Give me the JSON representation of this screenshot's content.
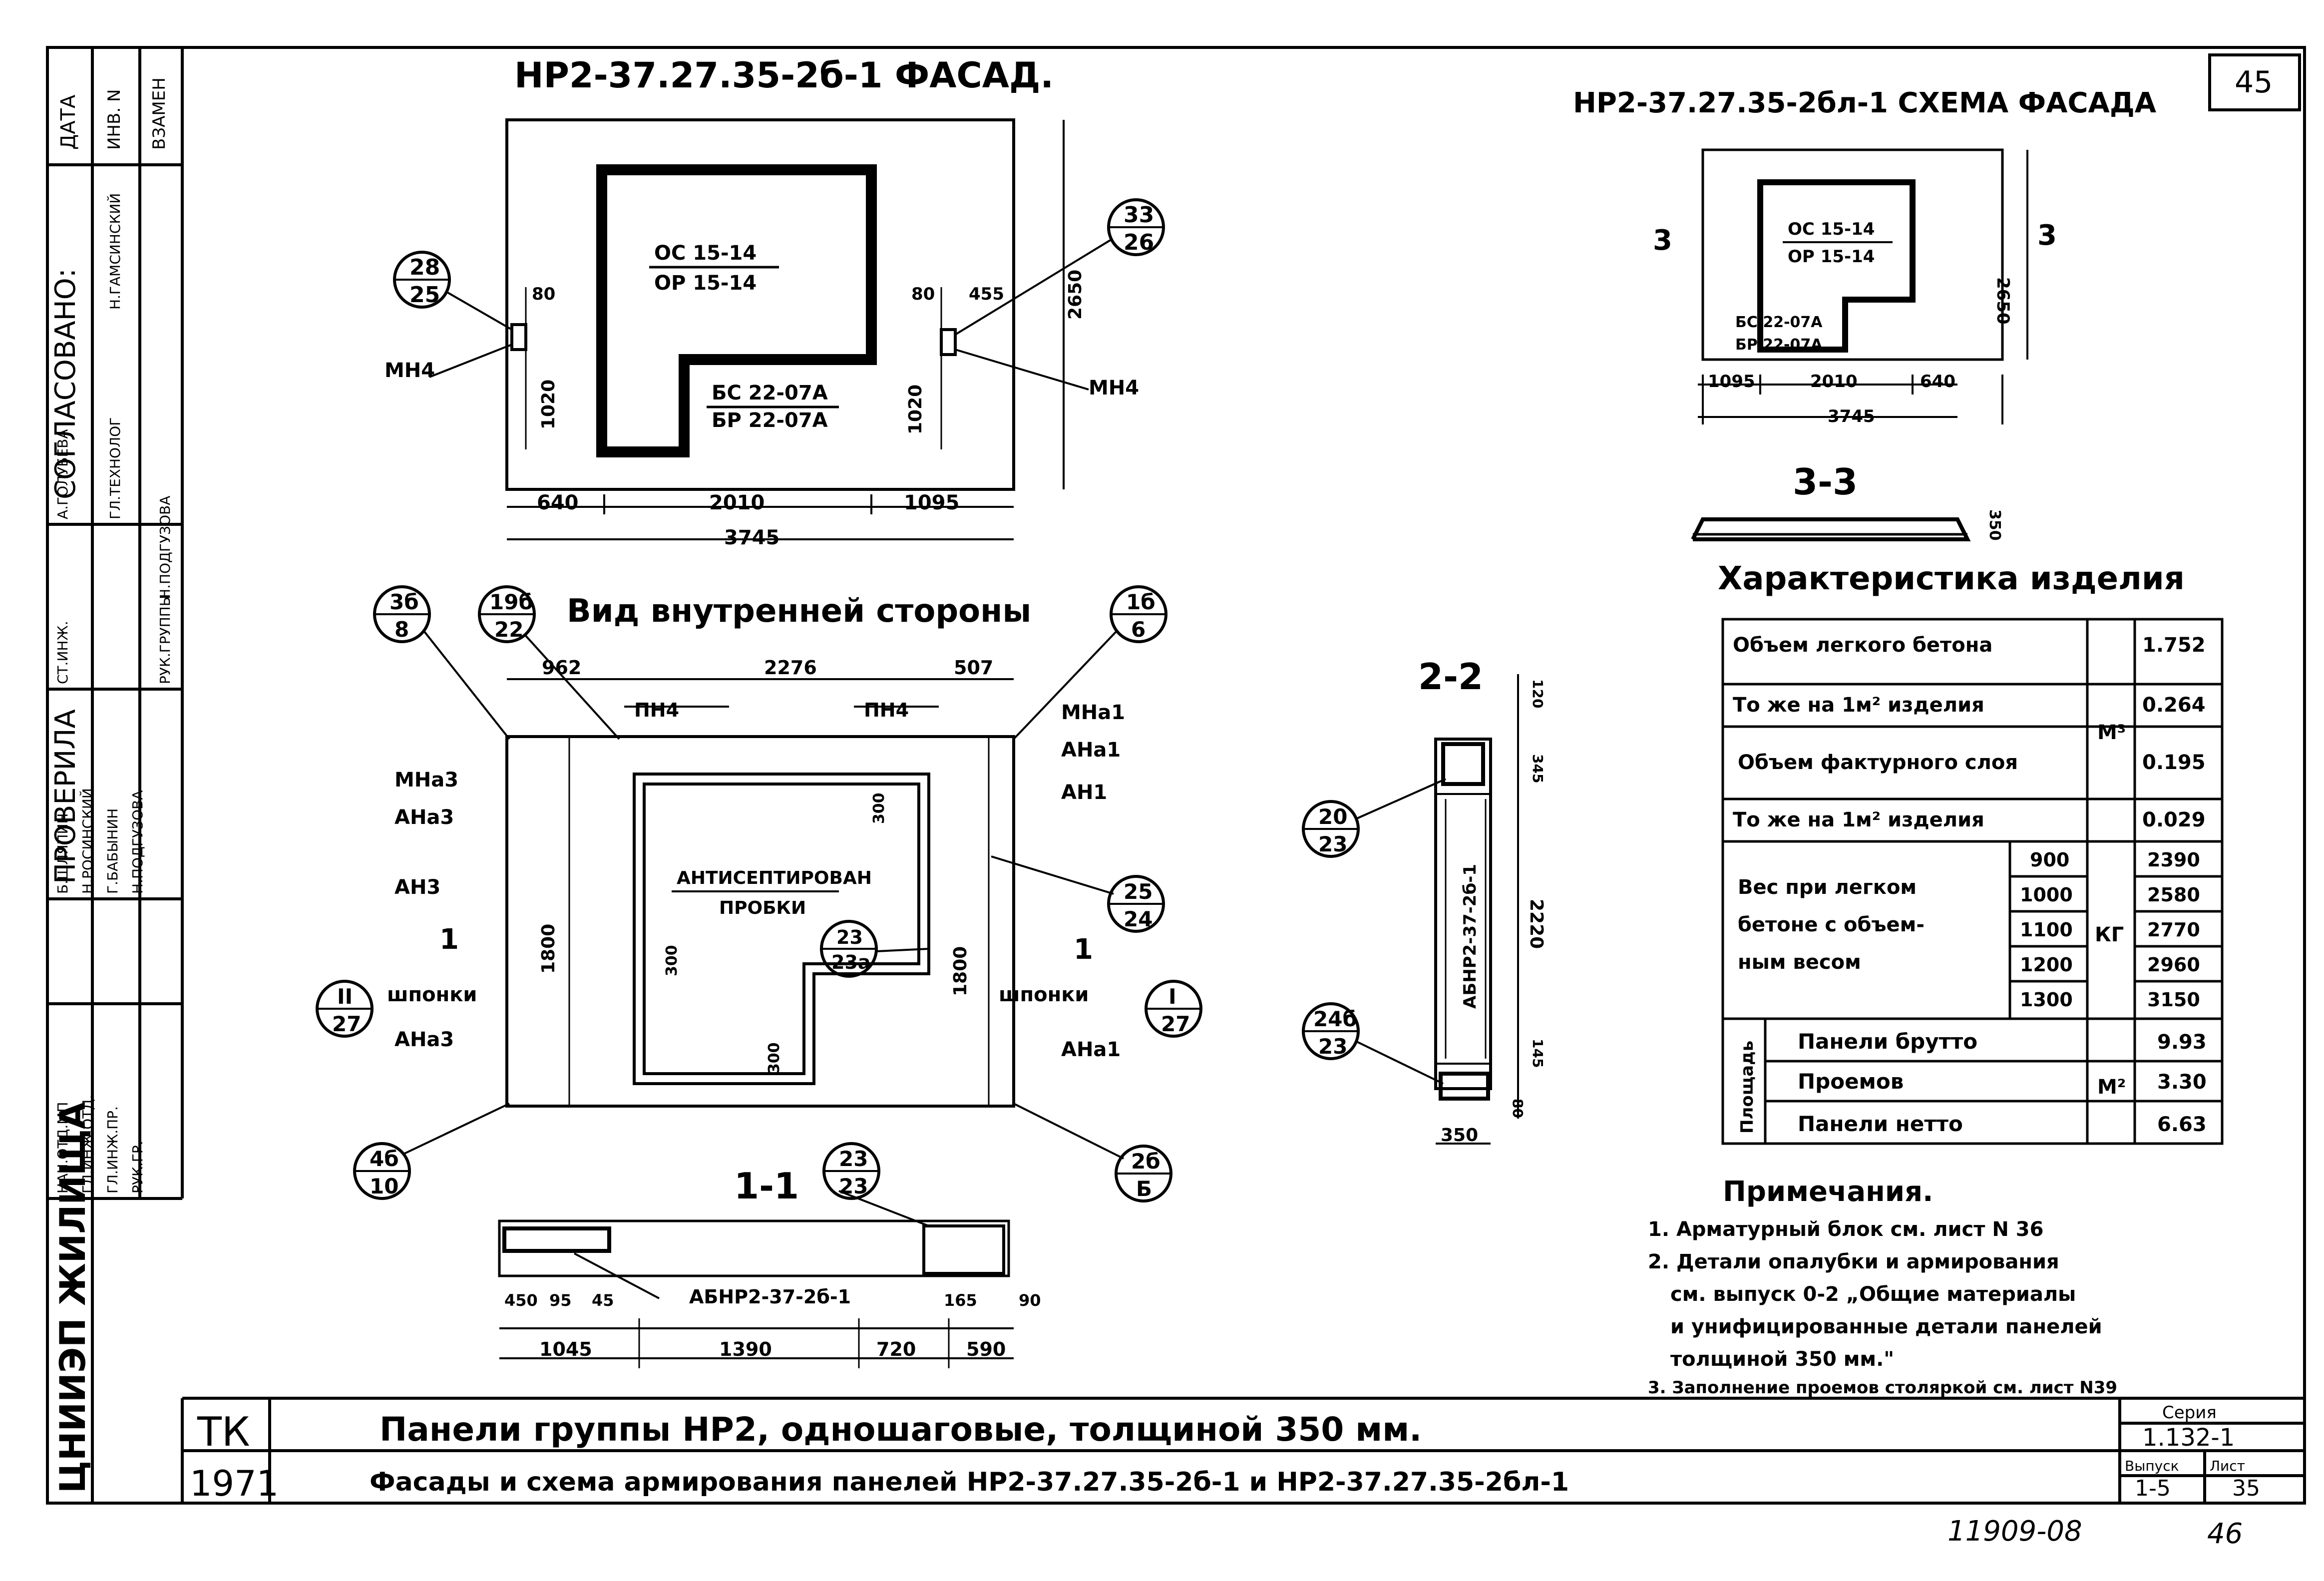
{
  "page_number": "45",
  "facade": {
    "title": "НР2-37.27.35-2б-1 ФАСАД.",
    "window_top": "ОС 15-14",
    "window_bottom": "ОР 15-14",
    "door_top": "БС 22-07А",
    "door_bottom": "БР 22-07А",
    "dims": {
      "d640": "640",
      "d2010": "2010",
      "d1095": "1095",
      "d3745": "3745",
      "h2650": "2650",
      "h1020": "1020",
      "d80": "80",
      "d455": "455"
    },
    "callouts": [
      {
        "top": "28",
        "bottom": "25"
      },
      {
        "top": "33",
        "bottom": "26"
      }
    ],
    "mark_left": "МН4",
    "mark_right": "МН4"
  },
  "scheme": {
    "title": "НР2-37.27.35-2бл-1 СХЕМА ФАСАДА",
    "window_top": "ОС 15-14",
    "window_bottom": "ОР 15-14",
    "door_top": "БС 22-07А",
    "door_bottom": "БР 22-07А",
    "dims": {
      "d1095": "1095",
      "d2010": "2010",
      "d640": "640",
      "d3745": "3745",
      "h2650": "2650"
    },
    "section_left": "3",
    "section_right": "3"
  },
  "section33": {
    "title": "3-3",
    "dim": "350"
  },
  "inner": {
    "title": "Вид внутренней стороны",
    "callouts": [
      {
        "top": "3б",
        "bottom": "8"
      },
      {
        "top": "19б",
        "bottom": "22"
      },
      {
        "top": "1б",
        "bottom": "6"
      },
      {
        "top": "II",
        "bottom": "27"
      },
      {
        "top": "I",
        "bottom": "27"
      },
      {
        "top": "23",
        "bottom": "23а"
      },
      {
        "top": "25",
        "bottom": "24"
      },
      {
        "top": "4б",
        "bottom": "10"
      },
      {
        "top": "2б",
        "bottom": "Б"
      }
    ],
    "dims": {
      "d962": "962",
      "d2276": "2276",
      "d507": "507",
      "h1800l": "1800",
      "h1800r": "1800",
      "d300a": "300",
      "d300b": "300",
      "d300c": "300"
    },
    "labels": {
      "pn4a": "ПН4",
      "pn4b": "ПН4",
      "mna1": "МНа1",
      "mna3": "МНа3",
      "ana3a": "АНа3",
      "an3": "АН3",
      "ana1": "АНа1",
      "an1": "АН1",
      "shponki_l": "шпонки",
      "shponki_r": "шпонки",
      "ana3b": "АНа3",
      "ana1b": "АНа1",
      "antisept": "АНТИСЕПТИРОВАН",
      "probki": "ПРОБКИ",
      "sec1l": "1",
      "sec1r": "1"
    }
  },
  "section11": {
    "title": "1-1",
    "label": "АБНР2-37-2б-1",
    "callout": {
      "top": "23",
      "bottom": "23"
    },
    "dims": {
      "d450": "450",
      "d95": "95",
      "d45": "45",
      "d165": "165",
      "d90": "90",
      "d1045": "1045",
      "d1390": "1390",
      "d720": "720",
      "d590": "590"
    }
  },
  "section22": {
    "title": "2-2",
    "label": "АБНР2-37-2б-1",
    "callouts": [
      {
        "top": "20",
        "bottom": "23"
      },
      {
        "top": "24б",
        "bottom": "23"
      }
    ],
    "dims": {
      "d120": "120",
      "d345a": "345",
      "d2220": "2220",
      "d145": "145",
      "d80": "80",
      "d350": "350"
    }
  },
  "characteristics": {
    "title": "Характеристика изделия",
    "rows": [
      {
        "label": "Объем легкого бетона",
        "value": "1.752"
      },
      {
        "label": "То же на 1м² изделия",
        "value": "0.264"
      },
      {
        "label": "Объем фактурного слоя",
        "value": "0.195"
      },
      {
        "label": "То же на 1м² изделия",
        "value": "0.029"
      }
    ],
    "unit_volume": "М³",
    "weight_label": [
      "Вес при легком",
      "бетоне с объем-",
      "ным весом"
    ],
    "weights": [
      {
        "density": "900",
        "value": "2390"
      },
      {
        "density": "1000",
        "value": "2580"
      },
      {
        "density": "1100",
        "value": "2770"
      },
      {
        "density": "1200",
        "value": "2960"
      },
      {
        "density": "1300",
        "value": "3150"
      }
    ],
    "unit_weight": "КГ",
    "area_label": "Площадь",
    "areas": [
      {
        "label": "Панели брутто",
        "value": "9.93"
      },
      {
        "label": "Проемов",
        "value": "3.30"
      },
      {
        "label": "Панели нетто",
        "value": "6.63"
      }
    ],
    "unit_area": "М²"
  },
  "notes": {
    "title": "Примечания.",
    "items": [
      "1. Арматурный блок см. лист N 36",
      "2. Детали опалубки и армирования",
      "см. выпуск 0-2 „Общие материалы",
      "и унифицированные детали панелей",
      "толщиной 350 мм.\"",
      "3. Заполнение проемов столяркой см. лист N39"
    ]
  },
  "title_block": {
    "org_code": "ТК",
    "year": "1971",
    "line1": "Панели группы НР2, одношаговые, толщиной 350 мм.",
    "line2": "Фасады и схема армирования панелей НР2-37.27.35-2б-1 и НР2-37.27.35-2бл-1",
    "series_label": "Серия",
    "series": "1.132-1",
    "issue_label": "Выпуск",
    "issue": "1-5",
    "sheet_label": "Лист",
    "sheet": "35",
    "org": "ЦНИИЭП ЖИЛИЩА"
  },
  "stamp": {
    "agreed": "СОГЛАСОВАНО:",
    "checked": "ПРОВЕРИЛА",
    "date": "ДАТА",
    "inv": "ИНВ. N",
    "replace": "ВЗАМЕН",
    "positions": [
      "НАЧ.ОТД.МП",
      "ГЛ.ИНЖ.ОТД.",
      "ГЛ.ИНЖ.ПР.",
      "РУК.ГР.",
      "Б.ШЛЯПИН",
      "Н.РОСИНСКИЙ",
      "Г.БАБЫНИН",
      "Н.ПОДГУЗОВА",
      "СТ.ИНЖ.",
      "А.ГОЛУБЕВА",
      "РУК.ГРУППЫ",
      "Н.ПОДГУЗОВА",
      "ГЛ.ТЕХНОЛОГ",
      "Н.ГАМСИНСКИЙ"
    ]
  },
  "bottom_number": "11909-08",
  "bottom_page": "46"
}
